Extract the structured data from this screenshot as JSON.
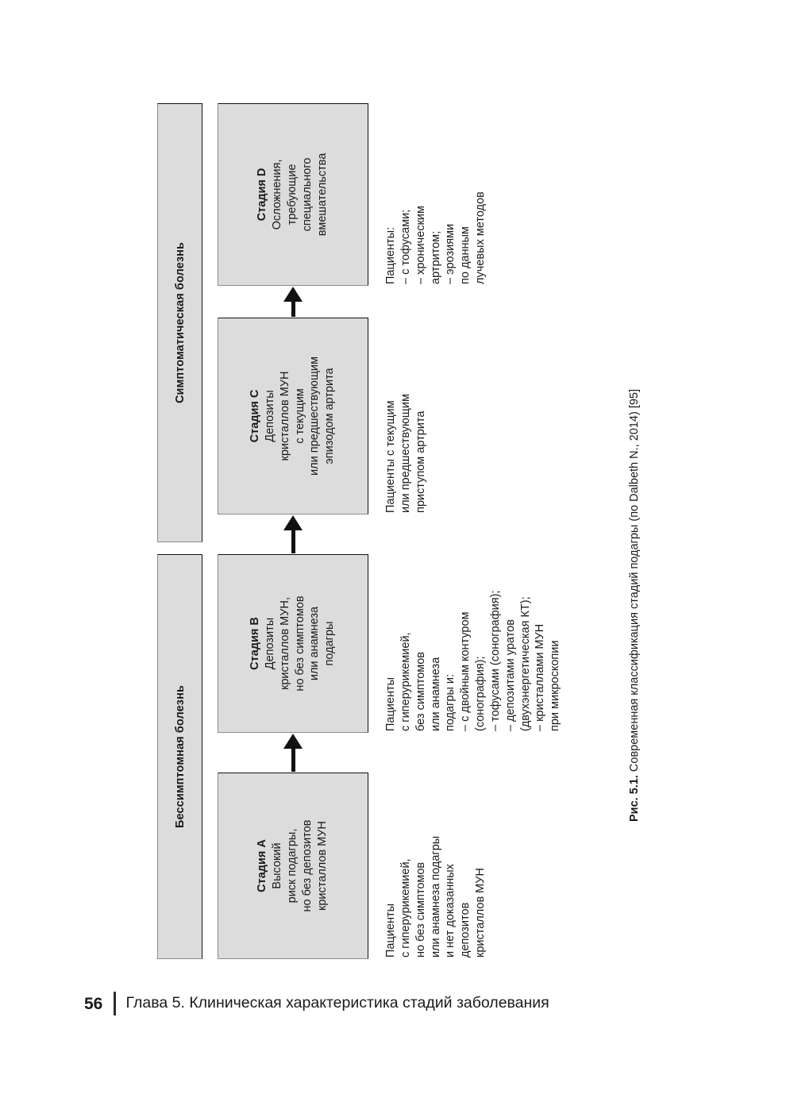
{
  "figure": {
    "bands": [
      {
        "label": "Бессимптомная болезнь"
      },
      {
        "label": "Симптоматическая болезнь"
      }
    ],
    "stages": [
      {
        "title": "Стадия A",
        "desc": "Высокий\nриск подагры,\nно без депозитов\nкристаллов МУН",
        "notes": "Пациенты\nс гиперурикемией,\nно без симптомов\nили анамнеза подагры\nи нет доказанных\nдепозитов\nкристаллов МУН"
      },
      {
        "title": "Стадия B",
        "desc": "Депозиты\nкристаллов МУН,\nно без симптомов\nили анамнеза\nподагры",
        "notes": "Пациенты\nс гиперурикемией,\nбез симптомов\nили анамнеза\nподагры и:\n– с двойным контуром\n   (сонография);\n– тофусами (сонография);\n– депозитами уратов\n   (двухэнергетическая КТ);\n– кристаллами МУН\n   при микроскопии"
      },
      {
        "title": "Стадия C",
        "desc": "Депозиты\nкристаллов МУН\nс текущим\nили предшествующим\nэпизодом артрита",
        "notes": "Пациенты с текущим\nили предшествующим\nприступом артрита"
      },
      {
        "title": "Стадия D",
        "desc": "Осложнения,\nтребующие\nспециального\nвмешательства",
        "notes": "Пациенты:\n– с тофусами;\n– хроническим\n   артритом;\n–  эрозиями\n   по данным\n   лучевых методов"
      }
    ],
    "arrows": [
      {
        "name": "arrow-a-to-b"
      },
      {
        "name": "arrow-b-to-c"
      },
      {
        "name": "arrow-c-to-d"
      }
    ],
    "caption_prefix": "Рис. 5.1.",
    "caption_text": " Современная классификация стадий подагры (по Dalbeth N., 2014) [95]"
  },
  "footer": {
    "page_number": "56",
    "running_head": "Глава 5. Клиническая характеристика стадий заболевания"
  },
  "colors": {
    "box_fill": "#dcdcdc",
    "box_border": "#8c8c8c",
    "ink": "#1a1a1a"
  }
}
